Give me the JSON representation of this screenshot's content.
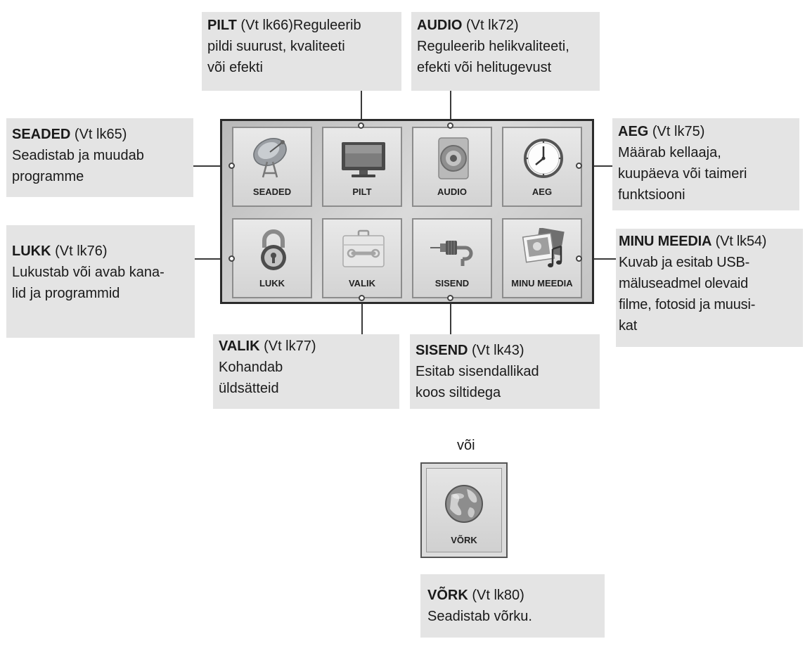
{
  "callouts": {
    "pilt": {
      "title": "PILT",
      "ref": " (Vt lk66)",
      "lines": [
        "Reguleerib",
        "pildi suurust, kvaliteeti",
        "või efekti"
      ]
    },
    "audio": {
      "title": "AUDIO",
      "ref": " (Vt lk72)",
      "lines": [
        "Reguleerib helikvaliteeti,",
        "efekti või helitugevust"
      ]
    },
    "seaded": {
      "title": "SEADED",
      "ref": " (Vt lk65)",
      "lines": [
        "Seadistab ja muudab",
        "programme"
      ]
    },
    "aeg": {
      "title": "AEG",
      "ref": " (Vt lk75)",
      "lines": [
        "Määrab kellaaja,",
        "kuupäeva või taimeri",
        "funktsiooni"
      ]
    },
    "lukk": {
      "title": "LUKK",
      "ref": " (Vt lk76)",
      "lines": [
        "Lukustab või avab kana-",
        "lid ja programmid"
      ]
    },
    "minu_meedia": {
      "title": "MINU MEEDIA",
      "ref": " (Vt lk54)",
      "lines": [
        "Kuvab ja esitab USB-",
        "mäluseadmel olevaid",
        "filme, fotosid ja muusi-",
        "kat"
      ]
    },
    "valik": {
      "title": "VALIK",
      "ref": " (Vt lk77)",
      "lines": [
        "Kohandab",
        "üldsätteid"
      ]
    },
    "sisend": {
      "title": "SISEND",
      "ref": " (Vt lk43)",
      "lines": [
        "Esitab sisendallikad",
        "koos siltidega"
      ]
    },
    "vork": {
      "title": "VÕRK",
      "ref": " (Vt lk80)",
      "lines": [
        "Seadistab võrku."
      ]
    }
  },
  "tiles": {
    "seaded": {
      "label": "SEADED",
      "icon": "satellite-dish-icon"
    },
    "pilt": {
      "label": "PILT",
      "icon": "tv-icon"
    },
    "audio": {
      "label": "AUDIO",
      "icon": "speaker-icon"
    },
    "aeg": {
      "label": "AEG",
      "icon": "clock-icon"
    },
    "lukk": {
      "label": "LUKK",
      "icon": "padlock-icon"
    },
    "valik": {
      "label": "VALIK",
      "icon": "toolbox-icon"
    },
    "sisend": {
      "label": "SISEND",
      "icon": "cable-plug-icon"
    },
    "minu_meedia": {
      "label": "MINU MEEDIA",
      "icon": "media-photo-music-icon"
    }
  },
  "or_text": "või",
  "vork_tile": {
    "label": "VÕRK",
    "icon": "globe-icon"
  },
  "colors": {
    "callout_bg": "#e4e4e4",
    "panel_border": "#2b2b2b"
  }
}
